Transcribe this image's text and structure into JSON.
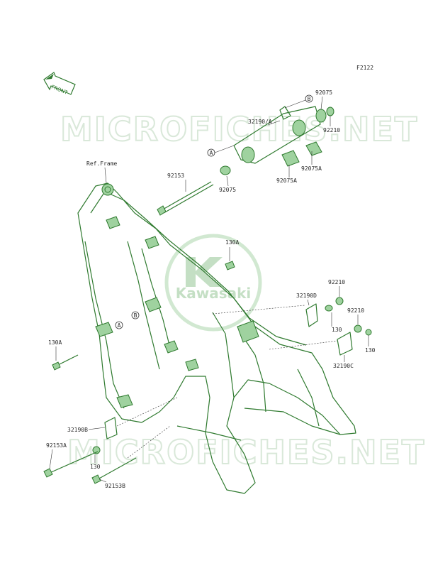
{
  "figure_code": "F2122",
  "front_label": "FRONT",
  "watermark": {
    "text": "MICROFICHES.NET",
    "logo_text": "Kawasaki"
  },
  "ref_frame": "Ref.Frame",
  "callouts": {
    "a": "A",
    "b": "B"
  },
  "parts": {
    "p92075_top": "92075",
    "p32190A": "32190/A",
    "p92210_top": "92210",
    "p92075A": "92075A",
    "p92075A_2": "92075A",
    "p92075_mid": "92075",
    "p92153": "92153",
    "p130A_mid": "130A",
    "p130A_left": "130A",
    "p92210_r1": "92210",
    "p32190D": "32190D",
    "p92210_r2": "92210",
    "p130_r1": "130",
    "p130_r2": "130",
    "p32190C": "32190C",
    "p32190B": "32190B",
    "p92153A": "92153A",
    "p130_bl": "130",
    "p92153B": "92153B"
  },
  "colors": {
    "frame": "#2f7a2f",
    "frame_fill": "#9fd29f",
    "watermark": "#d9e8d9"
  }
}
